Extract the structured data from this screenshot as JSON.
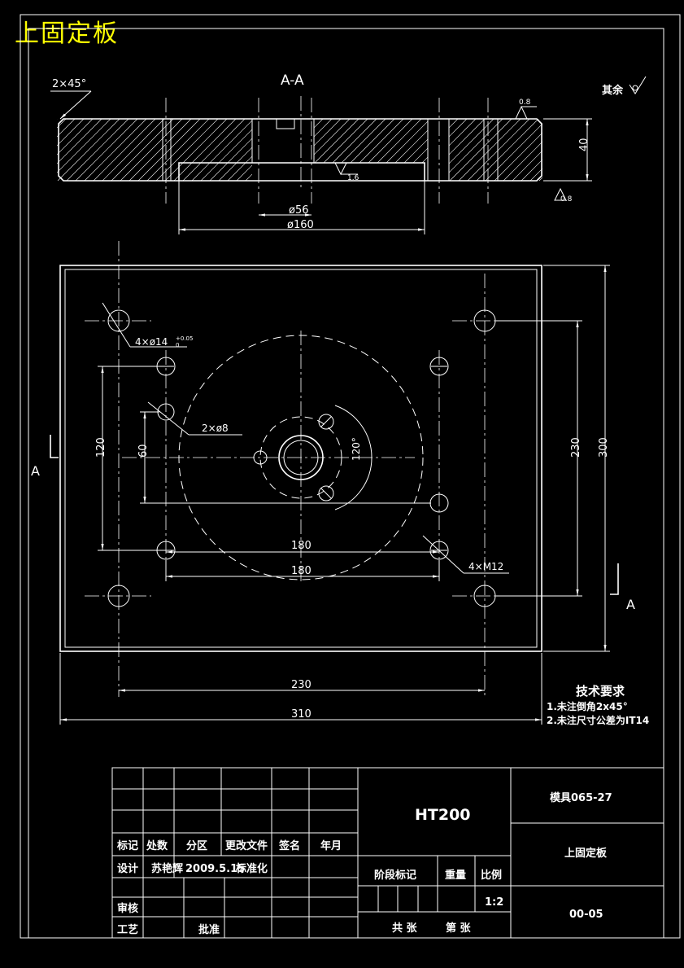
{
  "drawing": {
    "title": "上固定板",
    "section_label": "A-A",
    "section_marker": "A",
    "chamfer_note": "2×45°",
    "roughness_rest": "其余",
    "roughness_values": {
      "top": "0.8",
      "bottom": "0.8",
      "inner": "1.6"
    },
    "dims": {
      "thickness": "40",
      "d56": "ø56",
      "d160": "ø160",
      "holes_4x14": "4×ø14",
      "holes_4x14_tol": "+0.05",
      "holes_4x14_tol_low": "0",
      "holes_2x8": "2×ø8",
      "h120": "120",
      "h60": "60",
      "angle": "120°",
      "w180a": "180",
      "w180b": "180",
      "threads": "4×M12",
      "v230": "230",
      "v300": "300",
      "w230": "230",
      "w310": "310"
    },
    "tech_req": {
      "title": "技术要求",
      "item1": "1.未注倒角2x45°",
      "item2": "2.未注尺寸公差为IT14"
    }
  },
  "title_block": {
    "material": "HT200",
    "drawing_number": "模具065-27",
    "part_name": "上固定板",
    "code": "00-05",
    "headers": [
      "标记",
      "处数",
      "分区",
      "更改文件",
      "签名",
      "年月"
    ],
    "design_label": "设计",
    "designer": "苏艳辉",
    "date": "2009.5.15",
    "standard_label": "标准化",
    "review_label": "审核",
    "process_label": "工艺",
    "approve_label": "批准",
    "stage_label": "阶段标记",
    "weight_label": "重量",
    "scale_label": "比例",
    "scale": "1:2",
    "sheets_total": "共  张",
    "sheet_no": "第  张"
  }
}
